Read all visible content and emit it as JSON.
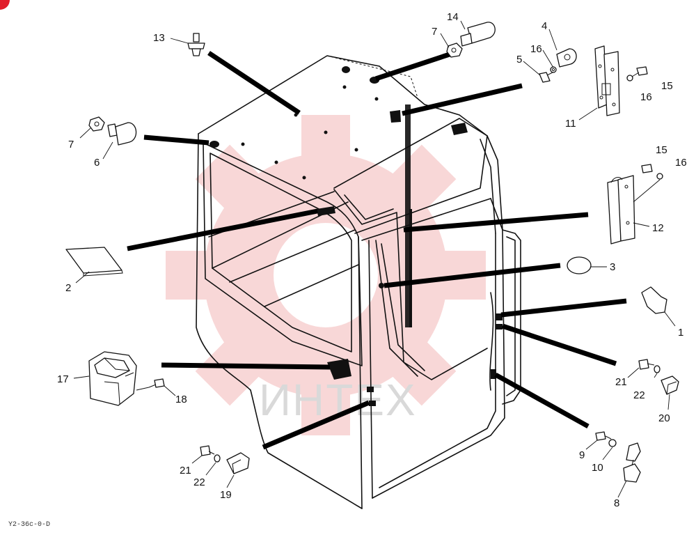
{
  "diagram": {
    "footer_code": "Y2-36c-0-D",
    "watermark": "ИНТЕХ",
    "colors": {
      "watermark_gear": "#f3b8b8",
      "watermark_text": "#d9d9d9",
      "line": "#111111",
      "corner_mark": "#e11d2a"
    }
  },
  "labels": {
    "p1": "1",
    "p2": "2",
    "p3": "3",
    "p4": "4",
    "p5": "5",
    "p6": "6",
    "p7a": "7",
    "p7b": "7",
    "p8": "8",
    "p9": "9",
    "p10": "10",
    "p11": "11",
    "p12": "12",
    "p13": "13",
    "p14": "14",
    "p15a": "15",
    "p15b": "15",
    "p16a": "16",
    "p16b": "16",
    "p16c": "16",
    "p17": "17",
    "p18": "18",
    "p19": "19",
    "p20": "20",
    "p21a": "21",
    "p21b": "21",
    "p22a": "22",
    "p22b": "22"
  }
}
